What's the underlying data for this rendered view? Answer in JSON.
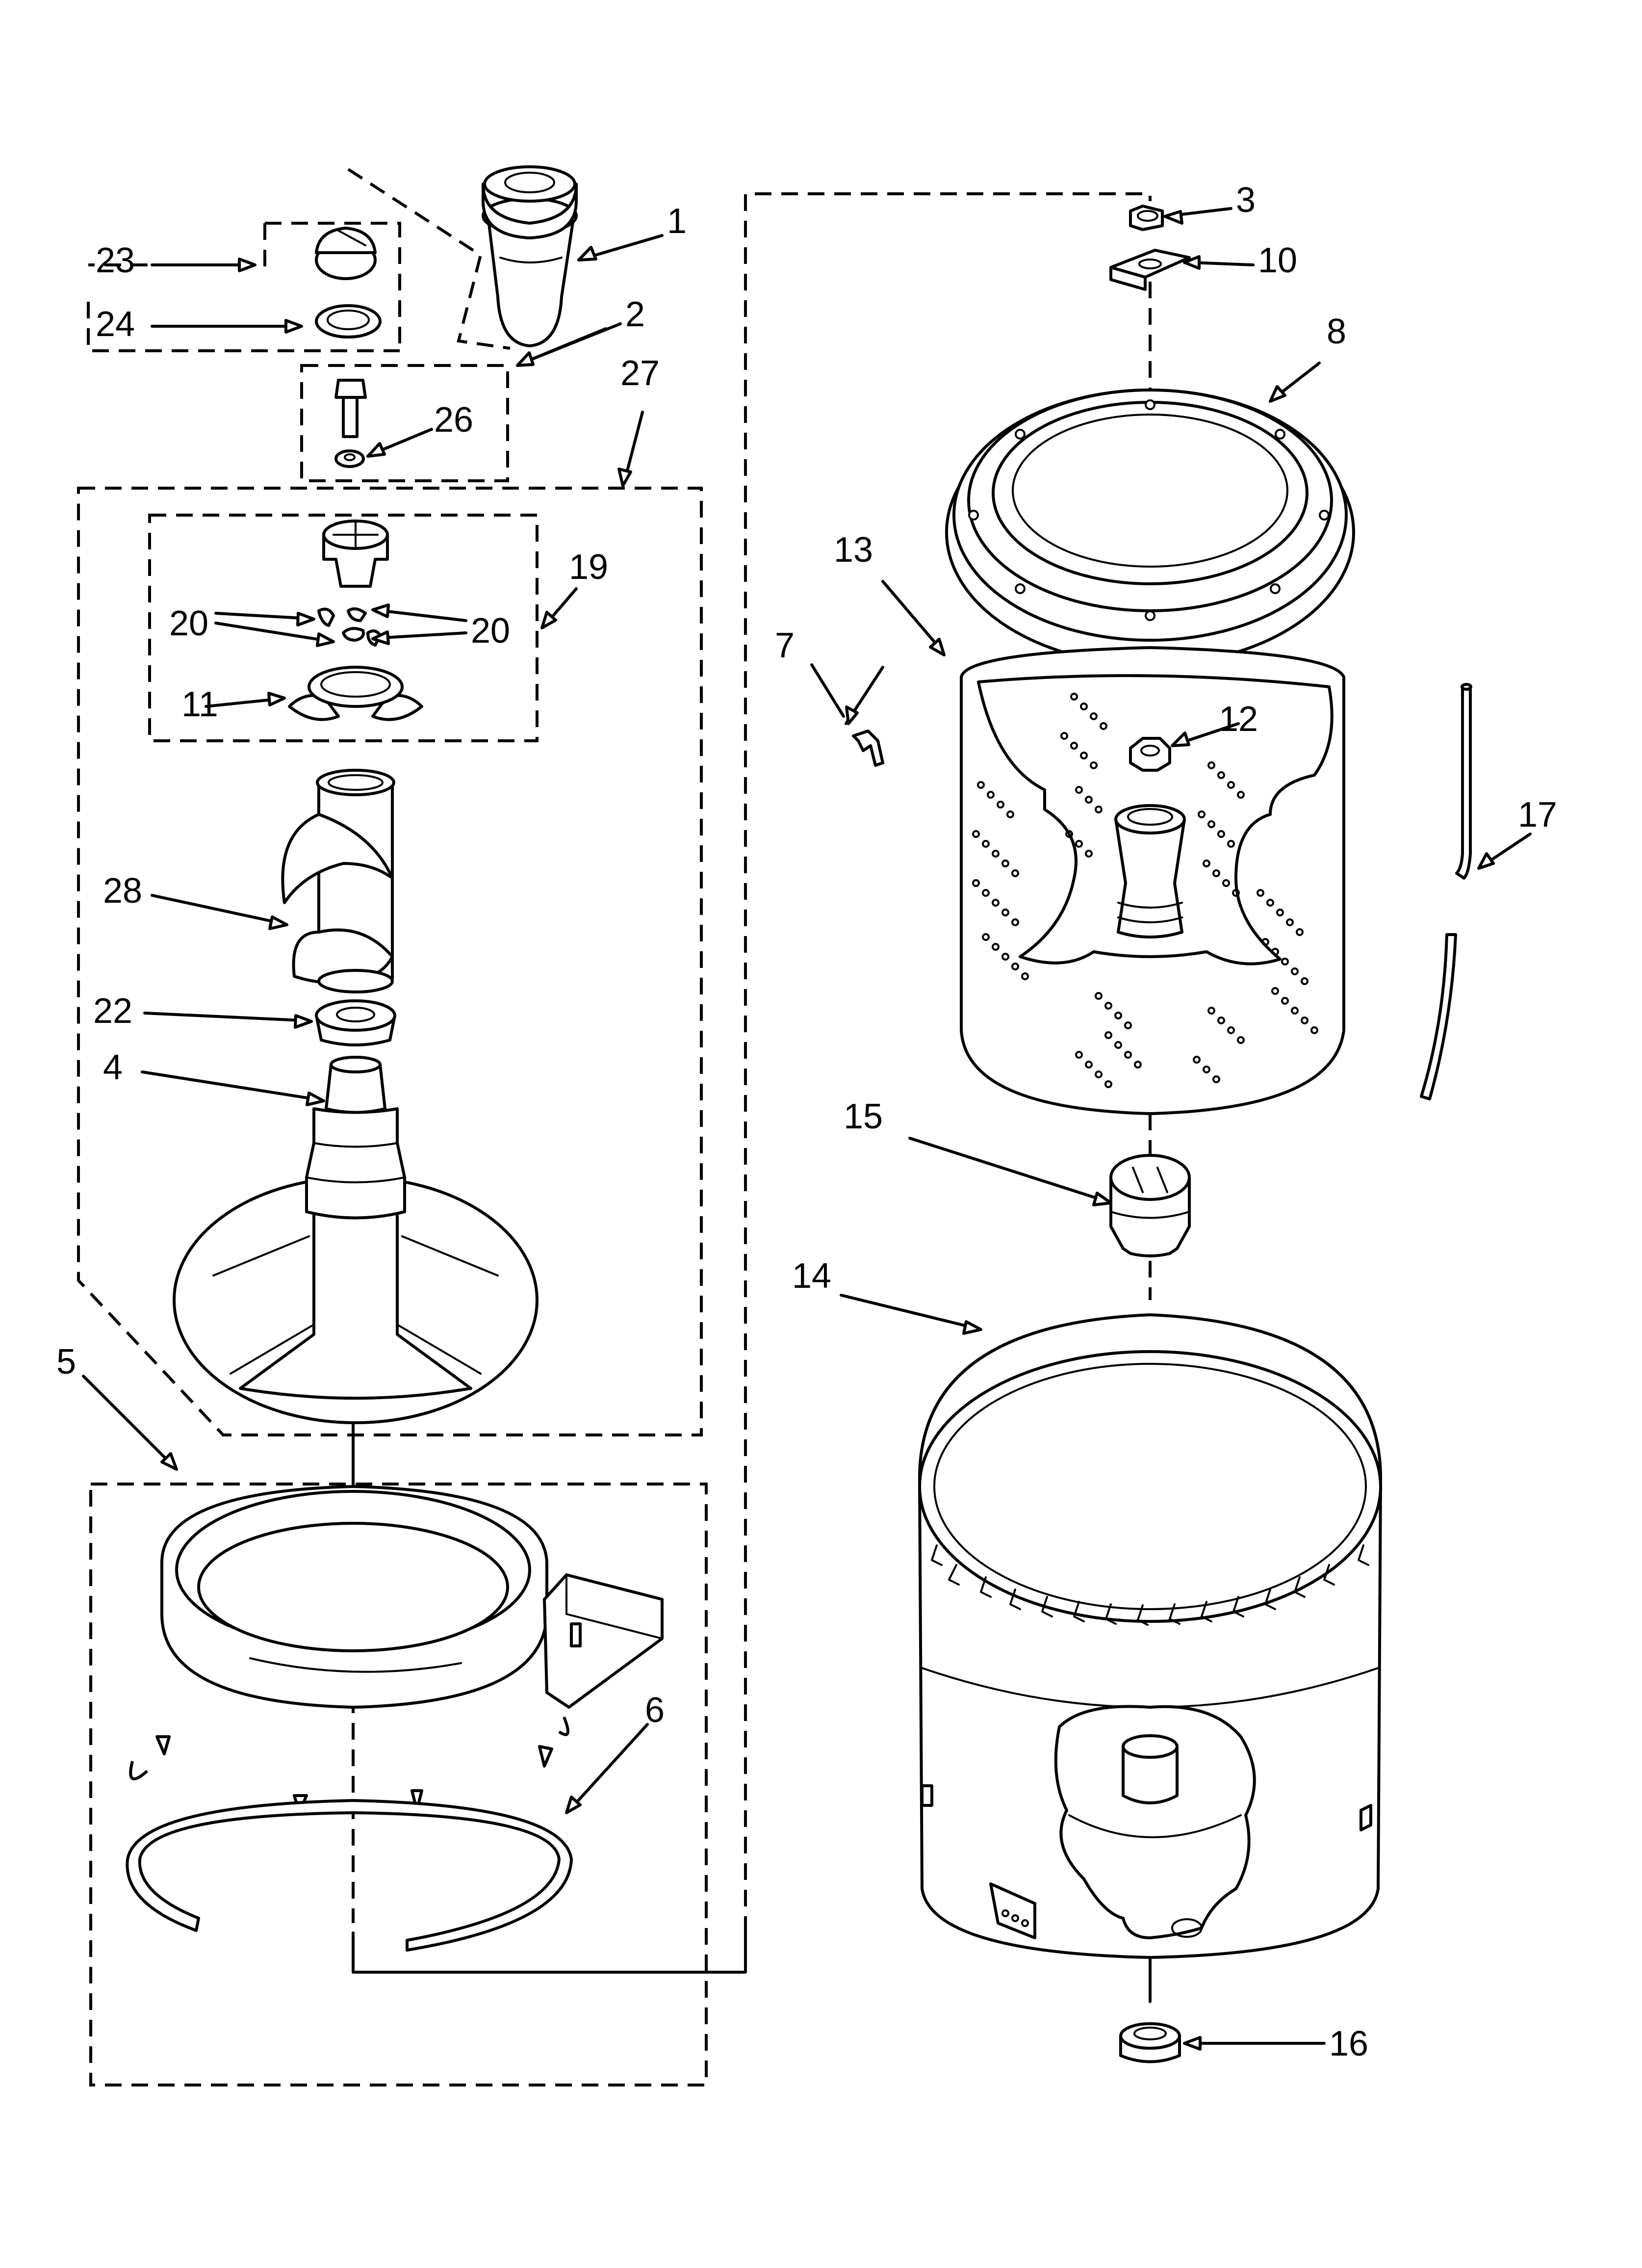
{
  "callouts": [
    {
      "id": "c1",
      "text": "1"
    },
    {
      "id": "c2",
      "text": "2"
    },
    {
      "id": "c3",
      "text": "3"
    },
    {
      "id": "c4",
      "text": "4"
    },
    {
      "id": "c5",
      "text": "5"
    },
    {
      "id": "c6",
      "text": "6"
    },
    {
      "id": "c7",
      "text": "7"
    },
    {
      "id": "c8",
      "text": "8"
    },
    {
      "id": "c10",
      "text": "10"
    },
    {
      "id": "c11",
      "text": "11"
    },
    {
      "id": "c12",
      "text": "12"
    },
    {
      "id": "c13",
      "text": "13"
    },
    {
      "id": "c14",
      "text": "14"
    },
    {
      "id": "c15",
      "text": "15"
    },
    {
      "id": "c16",
      "text": "16"
    },
    {
      "id": "c17",
      "text": "17"
    },
    {
      "id": "c19",
      "text": "19"
    },
    {
      "id": "c20a",
      "text": "20"
    },
    {
      "id": "c20b",
      "text": "20"
    },
    {
      "id": "c22",
      "text": "22"
    },
    {
      "id": "c23",
      "text": "23"
    },
    {
      "id": "c24",
      "text": "24"
    },
    {
      "id": "c26",
      "text": "26"
    },
    {
      "id": "c27",
      "text": "27"
    },
    {
      "id": "c28",
      "text": "28"
    }
  ]
}
